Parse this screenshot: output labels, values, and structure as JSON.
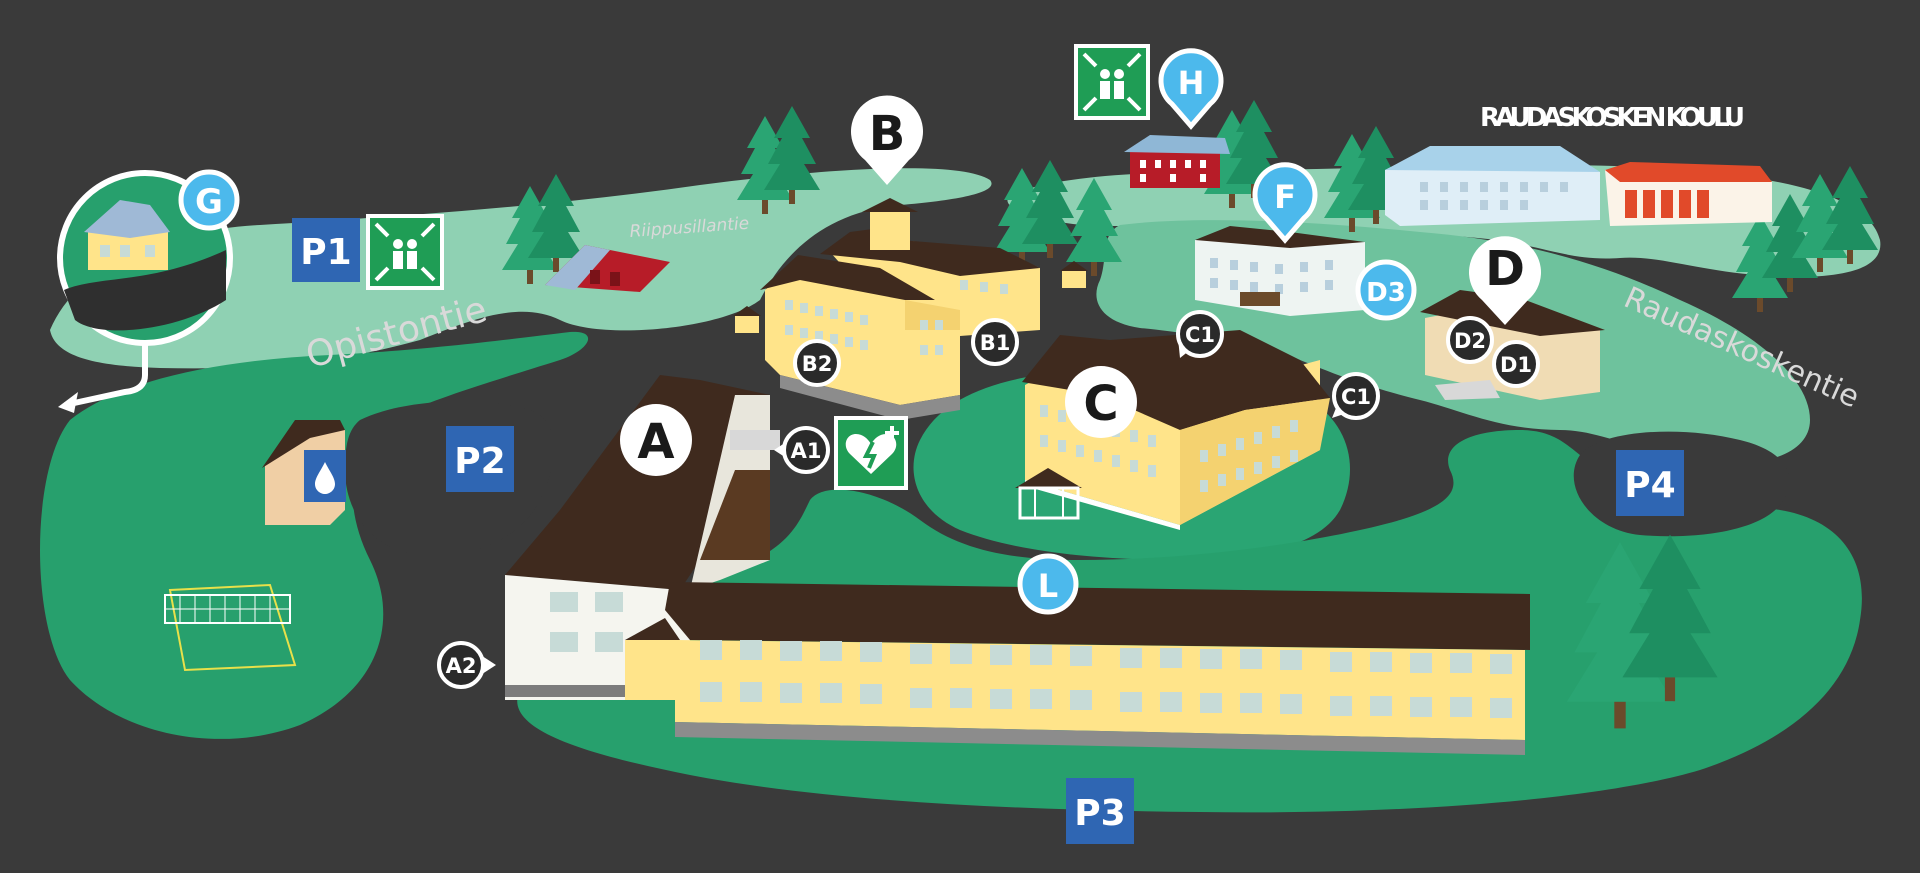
{
  "colors": {
    "background": "#3a3a3a",
    "grass_light": "#8fd1b3",
    "grass_mid": "#6ec29d",
    "grass_dark": "#27a06d",
    "building_yellow": "#ffe48a",
    "roof_brown": "#3f2a1e",
    "parking_blue": "#2f66b3",
    "pin_blue": "#4cb9ec",
    "assembly_green": "#1f9d55",
    "red_barn": "#b71c28"
  },
  "school_name": "RAUDASKOSKEN KOULU",
  "roads": {
    "opistontie": "Opistontie",
    "riippusillantie": "Riippusillantie",
    "raudaskoskentie": "Raudaskoskentie"
  },
  "buildings": {
    "A": "A",
    "B": "B",
    "C": "C",
    "D": "D",
    "G": "G",
    "H": "H",
    "F": "F",
    "L": "L",
    "D3": "D3"
  },
  "entrances": {
    "A1": "A1",
    "A2": "A2",
    "B1": "B1",
    "B2": "B2",
    "C1_left": "C1",
    "C1_right": "C1",
    "D1": "D1",
    "D2": "D2"
  },
  "parking": {
    "P1": "P1",
    "P2": "P2",
    "P3": "P3",
    "P4": "P4"
  },
  "icons": {
    "assembly_point": "assembly-point-icon",
    "defibrillator": "defibrillator-icon",
    "water": "water-drop-icon"
  }
}
